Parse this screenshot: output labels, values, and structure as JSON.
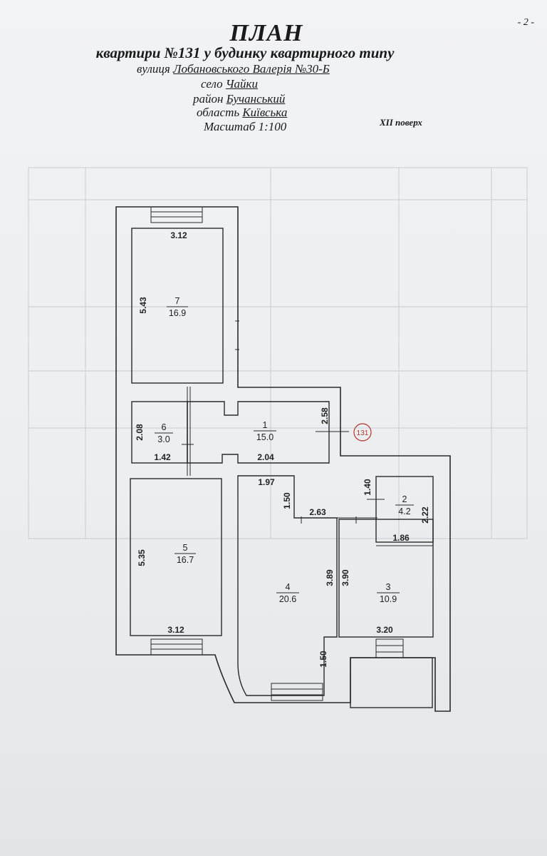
{
  "page_number": "- 2 -",
  "header": {
    "title": "ПЛАН",
    "subtitle": "квартири №131  у будинку квартирного типу",
    "street_label": "вулиця",
    "street_value": "Лобановського Валерія №30-Б",
    "village_label": "село",
    "village_value": "Чайки",
    "district_label": "район",
    "district_value": "Бучанський",
    "region_label": "область",
    "region_value": "Київська",
    "scale": "Масштаб 1:100",
    "floor": "XII  поверх"
  },
  "plan": {
    "apartment_mark": "131",
    "rooms": [
      {
        "number": "1",
        "area": "15.0"
      },
      {
        "number": "2",
        "area": "4.2"
      },
      {
        "number": "3",
        "area": "10.9"
      },
      {
        "number": "4",
        "area": "20.6"
      },
      {
        "number": "5",
        "area": "16.7"
      },
      {
        "number": "6",
        "area": "3.0"
      },
      {
        "number": "7",
        "area": "16.9"
      }
    ],
    "dimensions": {
      "r7_width": "3.12",
      "r7_height": "5.43",
      "r6_height": "2.08",
      "r6_width": "1.42",
      "r1_width": "2.04",
      "r1_height": "2.58",
      "r5_height": "5.35",
      "r5_width": "3.12",
      "r4_top": "1.97",
      "r4_step": "1.50",
      "r4_mid": "2.63",
      "r4_height": "3.89",
      "r4_bottom": "1.50",
      "r3_height": "3.90",
      "r3_width": "3.20",
      "r2_height": "1.40",
      "r2_side": "2.22",
      "r2_width": "1.86"
    }
  }
}
